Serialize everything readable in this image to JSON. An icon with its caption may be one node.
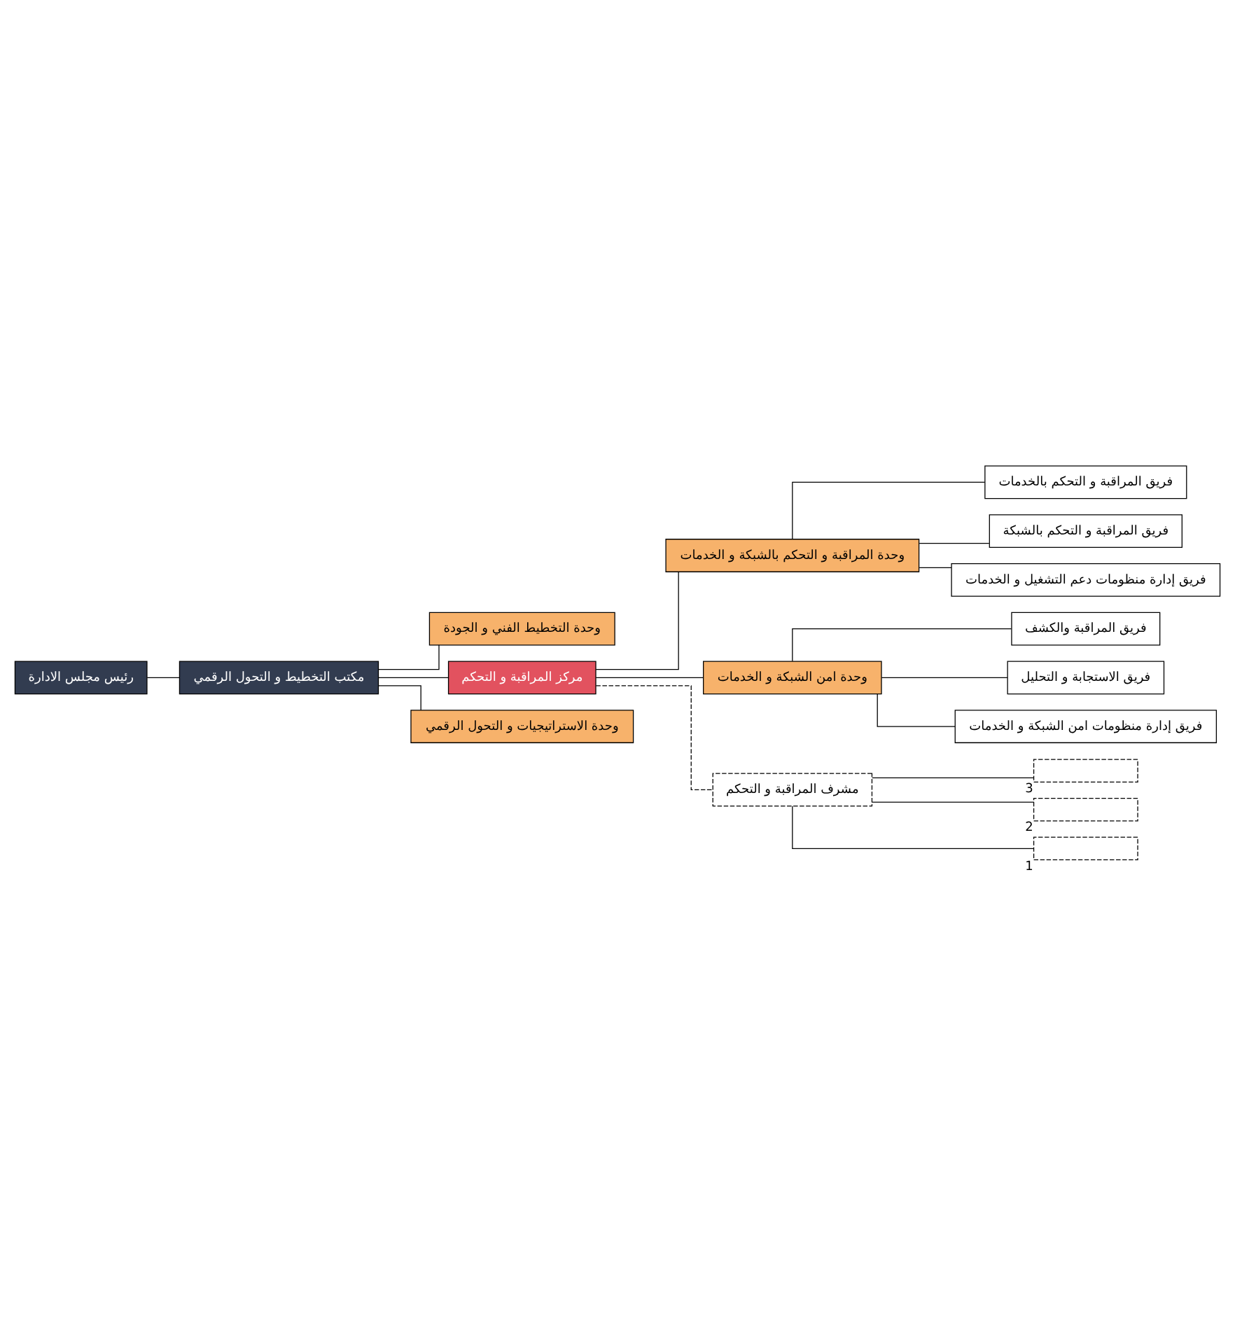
{
  "diagram": {
    "nodes": [
      {
        "text": [
          "رئيس مجلس الادارة"
        ]
      },
      {
        "text": [
          "مكتب التخطيط و التحول الرقمي"
        ]
      },
      {
        "text": [
          "وحدة التخطيط الفني و الجودة"
        ]
      },
      {
        "text": [
          "مركز المراقبة و التحكم"
        ]
      },
      {
        "text": [
          "وحدة الاستراتيجيات و التحول الرقمي"
        ]
      },
      {
        "text": [
          "وحدة المراقبة و التحكم بالشبكة و الخدمات"
        ]
      },
      {
        "text": [
          "وحدة امن الشبكة و الخدمات"
        ]
      },
      {
        "text": [
          "مشرف المراقبة و التحكم"
        ]
      },
      {
        "text": [],
        "shape": "box",
        "beside": [
          "3"
        ]
      },
      {
        "text": [],
        "shape": "box",
        "beside": [
          "2"
        ]
      },
      {
        "text": [],
        "shape": "box",
        "beside": [
          "1"
        ]
      },
      {
        "text": [
          "فريق المراقبة و التحكم بالخدمات"
        ]
      },
      {
        "text": [
          "فريق المراقبة و التحكم بالشبكة"
        ]
      },
      {
        "text": [
          "فريق إدارة منظومات دعم التشغيل و الخدمات"
        ]
      },
      {
        "text": [
          "فريق المراقبة والكشف"
        ]
      },
      {
        "text": [
          "فريق الاستجابة و التحليل"
        ]
      },
      {
        "text": [
          "فريق إدارة منظومات امن الشبكة و الخدمات"
        ]
      }
    ],
    "edges": [
      {
        "from": 0,
        "to": 1,
        "arrow": "none"
      },
      {
        "from": 1,
        "to": 2,
        "arrow": "none"
      },
      {
        "from": 1,
        "to": 3,
        "arrow": "none"
      },
      {
        "from": 1,
        "to": 4,
        "arrow": "none"
      },
      {
        "from": 3,
        "to": 5,
        "arrow": "none"
      },
      {
        "from": 3,
        "to": 6,
        "arrow": "none"
      },
      {
        "from": 3,
        "to": 7,
        "arrow": "none",
        "style": "dashed"
      },
      {
        "from": 7,
        "to": 8,
        "arrow": "none"
      },
      {
        "from": 7,
        "to": 9,
        "arrow": "none"
      },
      {
        "from": 7,
        "to": 10,
        "arrow": "none"
      },
      {
        "from": 5,
        "to": 11,
        "arrow": "none"
      },
      {
        "from": 5,
        "to": 12,
        "arrow": "none"
      },
      {
        "from": 5,
        "to": 13,
        "arrow": "none"
      },
      {
        "from": 6,
        "to": 14,
        "arrow": "none"
      },
      {
        "from": 6,
        "to": 15,
        "arrow": "none"
      },
      {
        "from": 6,
        "to": 16,
        "arrow": "none"
      }
    ]
  }
}
